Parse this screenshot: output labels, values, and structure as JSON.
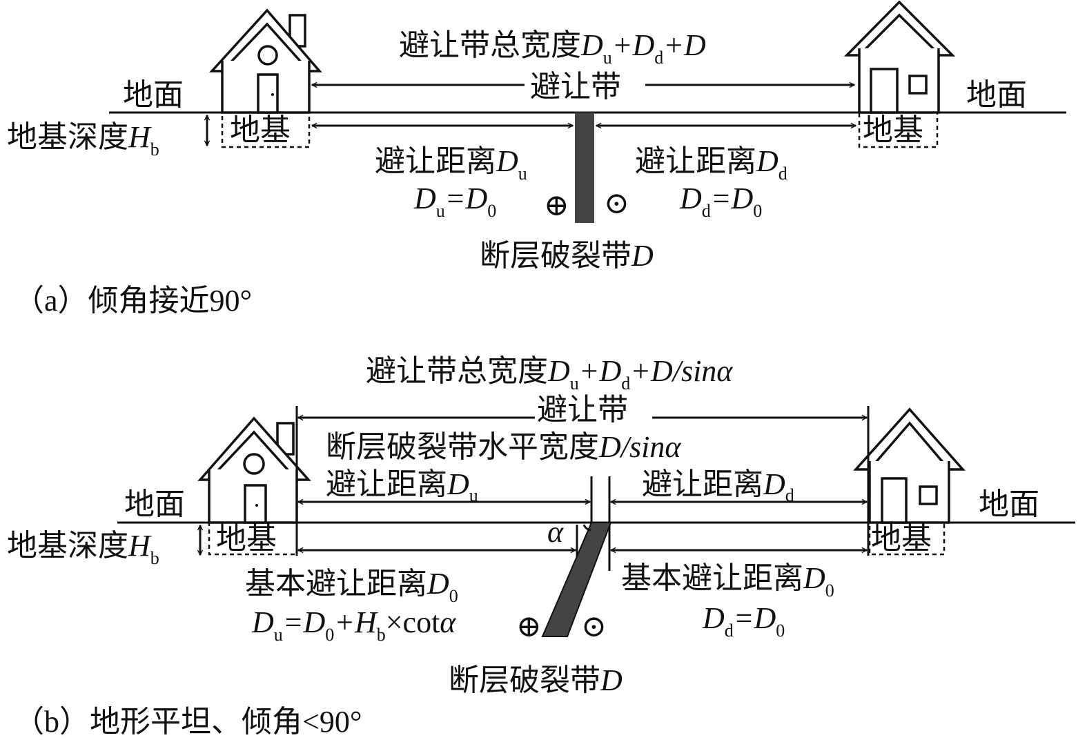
{
  "panel_a": {
    "caption": "（a）倾角接近90°",
    "total_width": {
      "prefix": "避让带总宽度",
      "D1": "D",
      "s1": "u",
      "D2": "+D",
      "s2": "d",
      "D3": "+D"
    },
    "zone_label": "避让带",
    "ground_left": "地面",
    "ground_right": "地面",
    "foundation_depth": {
      "prefix": "地基深度",
      "H": "H",
      "sub": "b"
    },
    "foundation_left": "地基",
    "foundation_right": "地基",
    "dist_u": {
      "prefix": "避让距离",
      "D": "D",
      "sub": "u"
    },
    "eq_u": {
      "D": "D",
      "s1": "u",
      "mid": "=D",
      "s2": "0"
    },
    "dist_d": {
      "prefix": "避让距离",
      "D": "D",
      "sub": "d"
    },
    "eq_d": {
      "D": "D",
      "s1": "d",
      "mid": "=D",
      "s2": "0"
    },
    "fault_label": {
      "prefix": "断层破裂带",
      "D": "D"
    },
    "into_symbol": "⊕",
    "out_symbol": "⊙"
  },
  "panel_b": {
    "caption": "（b）地形平坦、倾角<90°",
    "total_width": {
      "prefix": "避让带总宽度",
      "D1": "D",
      "s1": "u",
      "D2": "+D",
      "s2": "d",
      "D3": "+D/sin",
      "alpha": "α"
    },
    "zone_label": "避让带",
    "fault_horizontal": {
      "prefix": "断层破裂带水平宽度",
      "D": "D/sin",
      "alpha": "α"
    },
    "ground_left": "地面",
    "ground_right": "地面",
    "foundation_depth": {
      "prefix": "地基深度",
      "H": "H",
      "sub": "b"
    },
    "foundation_left": "地基",
    "foundation_right": "地基",
    "dist_u": {
      "prefix": "避让距离",
      "D": "D",
      "sub": "u"
    },
    "dist_d": {
      "prefix": "避让距离",
      "D": "D",
      "sub": "d"
    },
    "base_left": {
      "prefix": "基本避让距离",
      "D": "D",
      "sub": "0"
    },
    "base_right": {
      "prefix": "基本避让距离",
      "D": "D",
      "sub": "0"
    },
    "eq_u": {
      "D": "D",
      "s1": "u",
      "mid": "=D",
      "s2": "0",
      "plus": "+H",
      "s3": "b",
      "tail": "×cot",
      "alpha": "α"
    },
    "eq_d": {
      "D": "D",
      "s1": "d",
      "mid": "=D",
      "s2": "0"
    },
    "alpha": "α",
    "fault_label": {
      "prefix": "断层破裂带",
      "D": "D"
    },
    "into_symbol": "⊕",
    "out_symbol": "⊙"
  }
}
